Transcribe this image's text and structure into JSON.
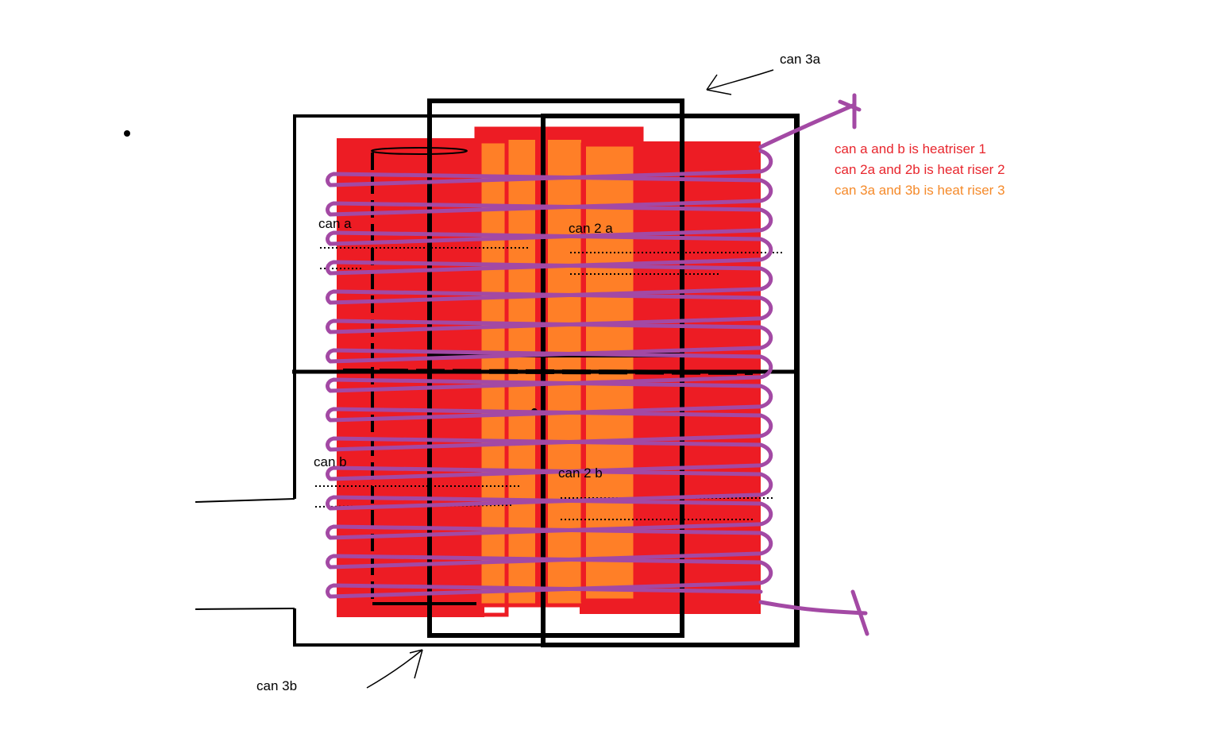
{
  "labels": {
    "can_3a": "can 3a",
    "can_3b": "can 3b",
    "can_a": "can a",
    "can_b": "can b",
    "can_2a": "can 2 a",
    "can_2b": "can 2 b"
  },
  "legend": [
    {
      "text": "can a and b is heatriser 1",
      "color": "#e8262d"
    },
    {
      "text": "can 2a and 2b is heat riser 2",
      "color": "#e8262d"
    },
    {
      "text": "can 3a and 3b is heat riser 3",
      "color": "#f58a2a"
    }
  ],
  "colors": {
    "heat_riser_red": "#ed1c24",
    "heat_riser_orange": "#ff7f27",
    "coil_purple": "#a349a4",
    "outline_black": "#000000"
  }
}
